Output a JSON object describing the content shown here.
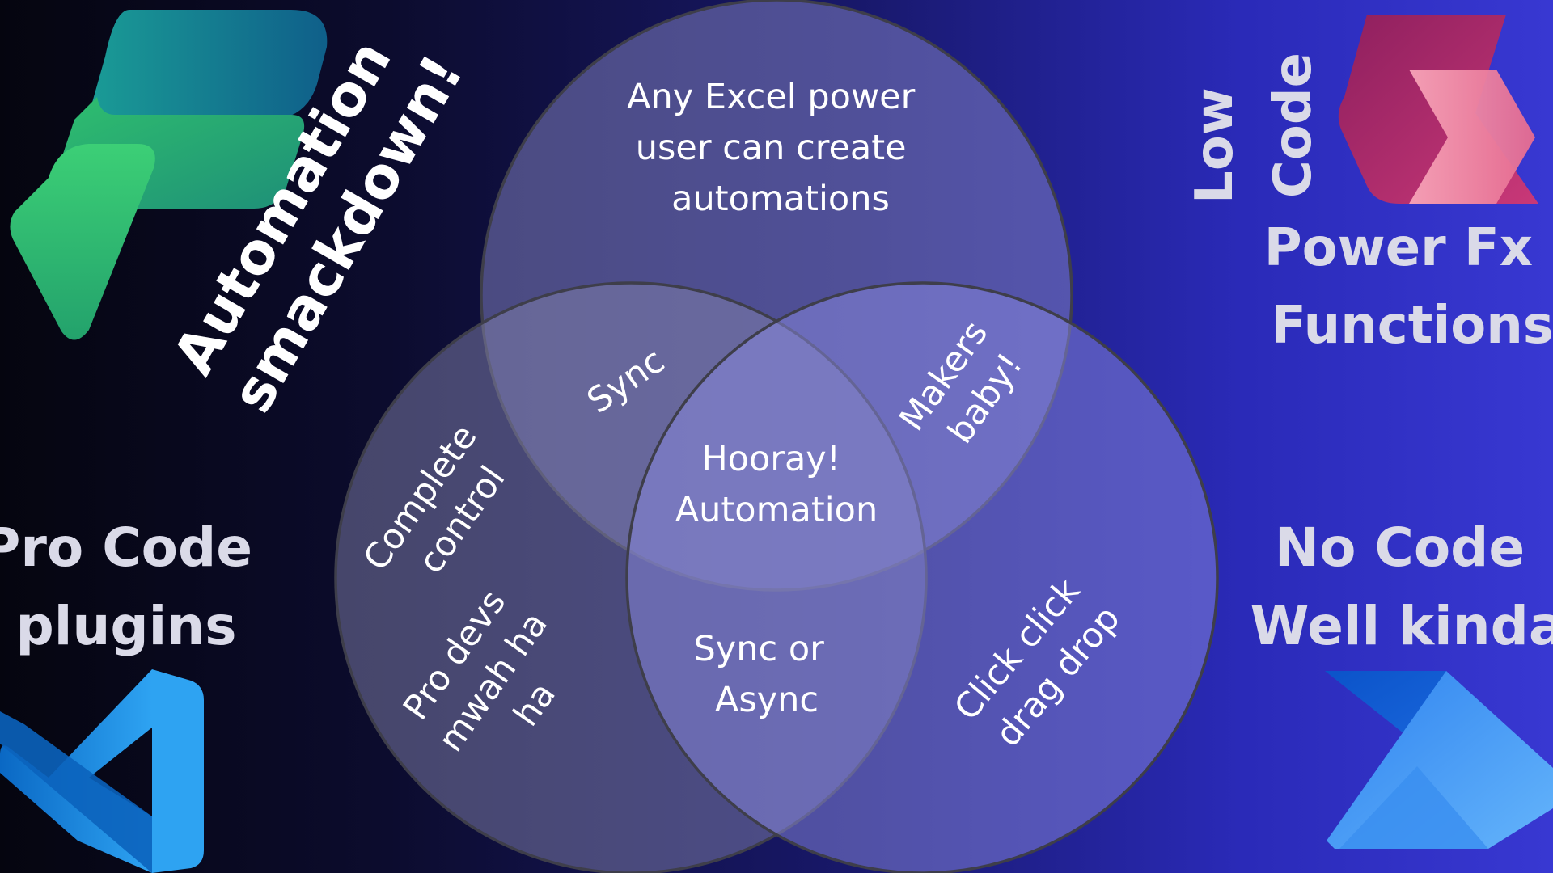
{
  "colors": {
    "circle_top": "#8888c8",
    "circle_left": "#8282ac",
    "circle_right": "#8a8ae0",
    "circle_stroke": "#3e3e4a",
    "side_text": "#dadae8"
  },
  "icons": {
    "top_left": "power-apps-logo-icon",
    "top_right": "power-fx-logo-icon",
    "bottom_left": "vs-code-logo-icon",
    "bottom_right": "power-automate-logo-icon"
  },
  "banner": {
    "line1": "Automation",
    "line2": "smackdown!"
  },
  "top_right_label": {
    "rot_line1": "Low",
    "rot_line2": "Code",
    "line1": "Power Fx",
    "line2": "Functions"
  },
  "left_label": {
    "line1": "Pro Code",
    "line2": "plugins"
  },
  "right_label": {
    "line1": "No Code",
    "line2": "Well kinda"
  },
  "venn": {
    "top": [
      "Any Excel power",
      "user can create",
      "automations"
    ],
    "top_left_overlap": "Sync",
    "top_right_overlap": [
      "Makers",
      "baby!"
    ],
    "center": [
      "Hooray!",
      "Automation"
    ],
    "left_control": [
      "Complete",
      "control"
    ],
    "left_devs": [
      "Pro devs",
      "mwah ha",
      "ha"
    ],
    "bottom_overlap": [
      "Sync or",
      "Async"
    ],
    "right": [
      "Click click",
      "drag drop"
    ]
  }
}
